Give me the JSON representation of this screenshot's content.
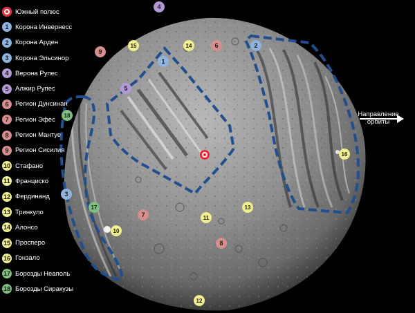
{
  "legend": [
    {
      "marker": "",
      "label": "Южный полюс",
      "color": "#e8293a",
      "kind": "pole"
    },
    {
      "marker": "1",
      "label": "Корона Инвернесс",
      "color": "#8fb3e0"
    },
    {
      "marker": "2",
      "label": "Корона Арден",
      "color": "#8fb3e0"
    },
    {
      "marker": "3",
      "label": "Корона Эльсинор",
      "color": "#8fb3e0"
    },
    {
      "marker": "4",
      "label": "Верона Рупес",
      "color": "#b39ad6"
    },
    {
      "marker": "5",
      "label": "Алжир Рупес",
      "color": "#b39ad6"
    },
    {
      "marker": "6",
      "label": "Регион Дунсинан",
      "color": "#d98e8e"
    },
    {
      "marker": "7",
      "label": "Регион Эфес",
      "color": "#d98e8e"
    },
    {
      "marker": "8",
      "label": "Регион Мантуе",
      "color": "#d98e8e"
    },
    {
      "marker": "9",
      "label": "Регион Сисилия",
      "color": "#d98e8e"
    },
    {
      "marker": "10",
      "label": "Стафано",
      "color": "#f2f08a"
    },
    {
      "marker": "11",
      "label": "Франциско",
      "color": "#f2f08a"
    },
    {
      "marker": "12",
      "label": "Фердинанд",
      "color": "#f2f08a"
    },
    {
      "marker": "13",
      "label": "Тринкуло",
      "color": "#f2f08a"
    },
    {
      "marker": "14",
      "label": "Алонсо",
      "color": "#f2f08a"
    },
    {
      "marker": "15",
      "label": "Просперо",
      "color": "#f2f08a"
    },
    {
      "marker": "16",
      "label": "Гонзало",
      "color": "#f2f08a"
    },
    {
      "marker": "17",
      "label": "Борозды Неаполь",
      "color": "#7fc07f"
    },
    {
      "marker": "18",
      "label": "Борозды Сиракузы",
      "color": "#7fc07f"
    }
  ],
  "map_markers": [
    "1",
    "2",
    "3",
    "4",
    "5",
    "6",
    "7",
    "8",
    "9",
    "10",
    "11",
    "12",
    "13",
    "14",
    "15",
    "16",
    "17",
    "18"
  ],
  "direction_label": "Направление орбиты",
  "colors": {
    "outline_dashed": "#1f4f8f",
    "pole": "#e8293a",
    "background": "#000000"
  }
}
